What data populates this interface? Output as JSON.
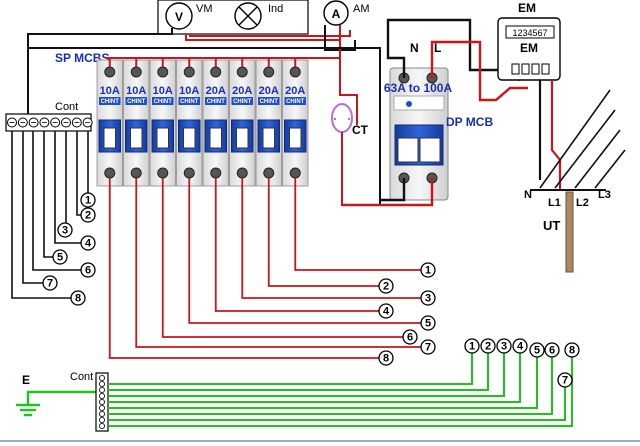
{
  "labels": {
    "voltmeter": "V",
    "voltmeter_tag": "VM",
    "indicator_tag": "Ind",
    "ammeter": "A",
    "ammeter_tag": "AM",
    "sp_mcbs": "SP MCBS",
    "cont_top": "Cont",
    "ct": "CT",
    "dp_mcb": "DP MCB",
    "dp_rating": "63A to 100A",
    "neutral": "N",
    "line": "L",
    "em_top": "EM",
    "em_inner": "EM",
    "em_reading": "1234567",
    "ut_n": "N",
    "ut_l1": "L1",
    "ut_l2": "L2",
    "ut_l3": "L3",
    "ut": "UT",
    "earth": "E",
    "cont_bottom": "Cont"
  },
  "mcb_ratings": [
    "10A",
    "10A",
    "10A",
    "10A",
    "20A",
    "20A",
    "20A",
    "20A"
  ],
  "mcb_brand": "CHINT",
  "left_circuit_numbers": [
    "1",
    "2",
    "3",
    "4",
    "5",
    "6",
    "7",
    "8"
  ],
  "right_circuit_numbers": [
    "1",
    "2",
    "3",
    "4",
    "5",
    "6",
    "7",
    "8"
  ],
  "bottom_circuit_numbers": [
    "1",
    "2",
    "3",
    "4",
    "5",
    "6",
    "7",
    "8"
  ],
  "colors": {
    "red_wire": "#c8161c",
    "black_wire": "#111111",
    "green_wire": "#22c11f",
    "mcb_blue": "#1f4fc4",
    "mcb_body": "#eaeaea"
  }
}
